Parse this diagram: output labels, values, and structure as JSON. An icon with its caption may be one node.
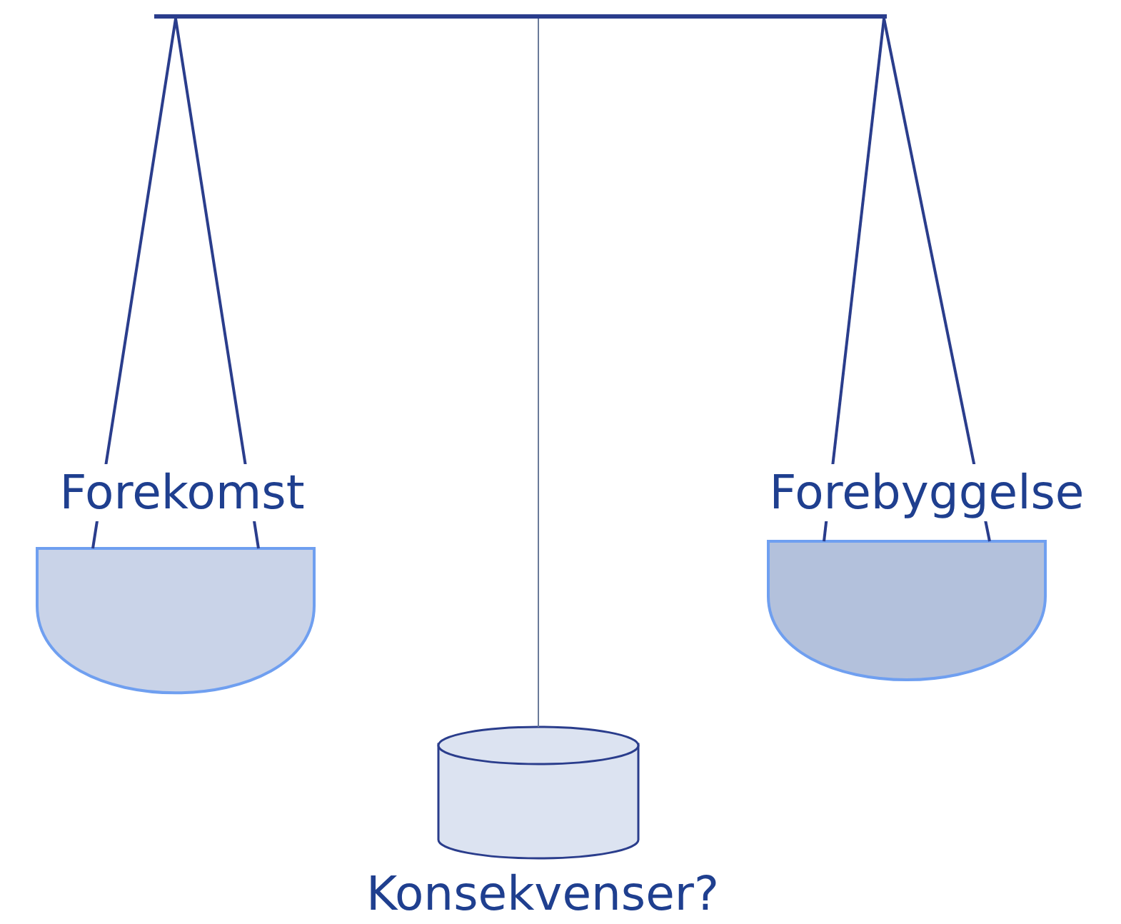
{
  "diagram": {
    "nodes": [
      {
        "text": [],
        "shape": "bar"
      },
      {
        "text": [
          "Forekomst"
        ]
      },
      {
        "text": [
          "Forebyggelse"
        ]
      },
      {
        "text": [
          "Konsekvenser?"
        ]
      }
    ],
    "edges": [
      {
        "from": 0,
        "to": 1,
        "arrow": "none"
      },
      {
        "from": 0,
        "to": 1,
        "arrow": "none"
      },
      {
        "from": 0,
        "to": 3,
        "arrow": "none"
      },
      {
        "from": 0,
        "to": 2,
        "arrow": "none"
      },
      {
        "from": 0,
        "to": 2,
        "arrow": "none"
      }
    ]
  }
}
